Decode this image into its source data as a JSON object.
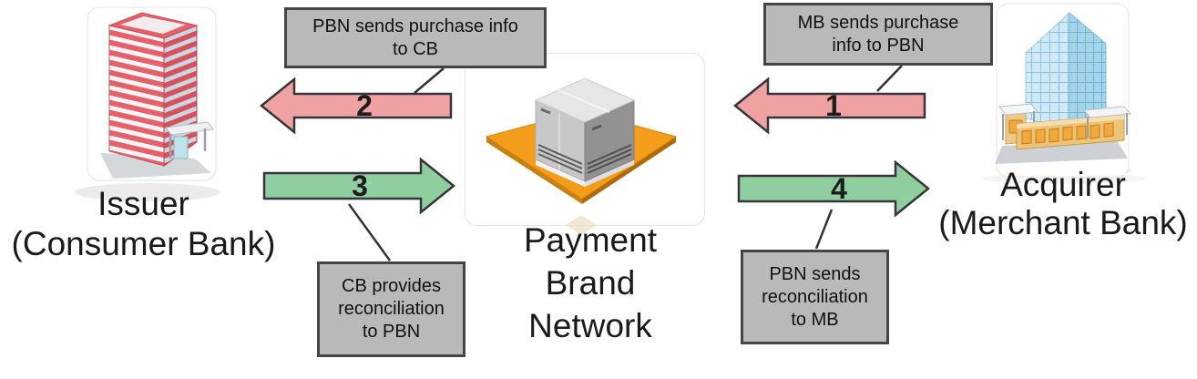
{
  "diagram": {
    "title_hint": "Payment brand network reconciliation flow",
    "nodes": {
      "issuer": {
        "label": "Issuer",
        "sublabel": "(Consumer Bank)",
        "icon": "red-highrise-building-icon"
      },
      "pbn": {
        "label_line1": "Payment",
        "label_line2": "Brand",
        "label_line3": "Network",
        "icon": "server-on-orange-platform-icon"
      },
      "acquirer": {
        "label": "Acquirer",
        "sublabel": "(Merchant Bank)",
        "icon": "blue-glass-building-icon"
      }
    },
    "arrows": [
      {
        "number": "1",
        "direction": "left",
        "color": "#f0a2a2",
        "from": "acquirer",
        "to": "pbn"
      },
      {
        "number": "2",
        "direction": "left",
        "color": "#f0a2a2",
        "from": "pbn",
        "to": "issuer"
      },
      {
        "number": "3",
        "direction": "right",
        "color": "#8fce9f",
        "from": "issuer",
        "to": "pbn"
      },
      {
        "number": "4",
        "direction": "right",
        "color": "#8fce9f",
        "from": "pbn",
        "to": "acquirer"
      }
    ],
    "callouts": [
      {
        "for_arrow": "2",
        "lines": [
          "PBN sends purchase info",
          "to CB"
        ]
      },
      {
        "for_arrow": "1",
        "lines": [
          "MB sends purchase",
          "info to PBN"
        ]
      },
      {
        "for_arrow": "3",
        "lines": [
          "CB provides",
          "reconciliation",
          "to PBN"
        ]
      },
      {
        "for_arrow": "4",
        "lines": [
          "PBN sends",
          "reconciliation",
          "to MB"
        ]
      }
    ],
    "colors": {
      "background": "#ffffff",
      "callout_fill": "#b9b9b9",
      "callout_border": "#454545",
      "arrow_red": "#f0a2a2",
      "arrow_green": "#8fce9f",
      "arrow_outline": "#38353a",
      "platform_orange": "#f49d1c",
      "connector_line": "#333333"
    }
  }
}
